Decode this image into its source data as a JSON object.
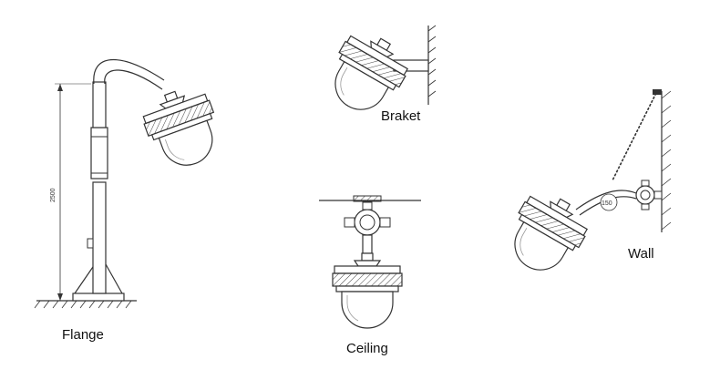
{
  "labels": {
    "flange": "Flange",
    "ceiling": "Ceiling",
    "braket": "Braket",
    "wall": "Wall"
  },
  "dimensions": {
    "pole_height": "2500",
    "arm_length": "150"
  },
  "colors": {
    "line": "#333333",
    "background": "#ffffff"
  }
}
